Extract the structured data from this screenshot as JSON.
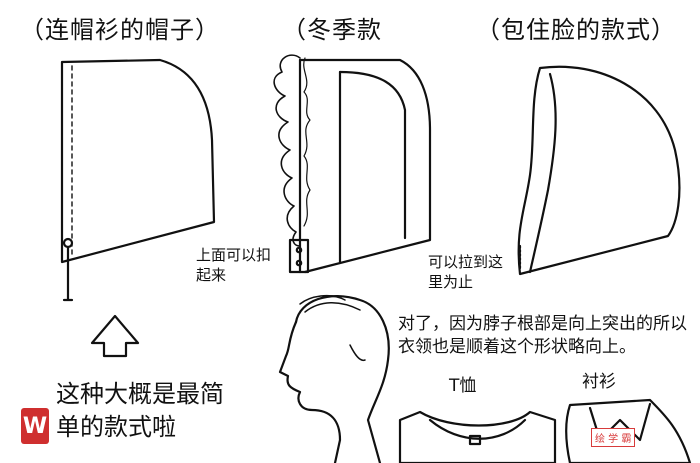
{
  "captions": {
    "hood_basic": "（连帽衫的帽子）",
    "hood_winter": "（冬季款",
    "hood_face": "（包住脸的款式）"
  },
  "notes": {
    "fold_up": "上面可以扣起来",
    "zip_up": "可以拉到这里为止",
    "neck_explain": "对了，因为脖子根部是向上突出的所以衣领也是顺着这个形状略向上。",
    "simplest": "这种大概是最简单的款式啦"
  },
  "collar_labels": {
    "tshirt": "T恤",
    "shirt": "衬衫"
  },
  "watermark": {
    "logo_letter": "W",
    "site_text": "绘 学 霸"
  },
  "colors": {
    "ink": "#111111",
    "logo_red": "#cf2f2f"
  }
}
